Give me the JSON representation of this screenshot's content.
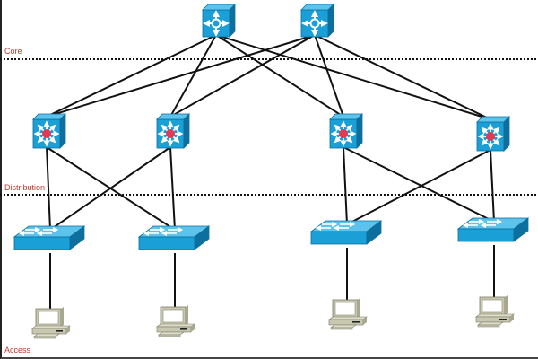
{
  "diagram": {
    "title": "Hierarchical network design",
    "layers": [
      {
        "id": "core",
        "label": "Core"
      },
      {
        "id": "distribution",
        "label": "Distribution"
      },
      {
        "id": "access",
        "label": "Access"
      }
    ],
    "colors": {
      "device_blue": "#1a9fd6",
      "device_blue_dark": "#0c6f9e",
      "device_blue_light": "#5cc3ec",
      "l3_center": "#e03a55",
      "label_red": "#c0392b",
      "pc_body": "#c8c8b0",
      "link": "#111111"
    },
    "nodes": [
      {
        "id": "core1",
        "type": "core-router",
        "layer": "core"
      },
      {
        "id": "core2",
        "type": "core-router",
        "layer": "core"
      },
      {
        "id": "dist1",
        "type": "l3-switch",
        "layer": "distribution"
      },
      {
        "id": "dist2",
        "type": "l3-switch",
        "layer": "distribution"
      },
      {
        "id": "dist3",
        "type": "l3-switch",
        "layer": "distribution"
      },
      {
        "id": "dist4",
        "type": "l3-switch",
        "layer": "distribution"
      },
      {
        "id": "acc1",
        "type": "l2-switch",
        "layer": "access"
      },
      {
        "id": "acc2",
        "type": "l2-switch",
        "layer": "access"
      },
      {
        "id": "acc3",
        "type": "l2-switch",
        "layer": "access"
      },
      {
        "id": "acc4",
        "type": "l2-switch",
        "layer": "access"
      },
      {
        "id": "pc1",
        "type": "workstation",
        "layer": "access"
      },
      {
        "id": "pc2",
        "type": "workstation",
        "layer": "access"
      },
      {
        "id": "pc3",
        "type": "workstation",
        "layer": "access"
      },
      {
        "id": "pc4",
        "type": "workstation",
        "layer": "access"
      }
    ],
    "links": [
      [
        "core1",
        "dist1"
      ],
      [
        "core1",
        "dist2"
      ],
      [
        "core1",
        "dist3"
      ],
      [
        "core1",
        "dist4"
      ],
      [
        "core2",
        "dist1"
      ],
      [
        "core2",
        "dist2"
      ],
      [
        "core2",
        "dist3"
      ],
      [
        "core2",
        "dist4"
      ],
      [
        "dist1",
        "acc1"
      ],
      [
        "dist1",
        "acc2"
      ],
      [
        "dist2",
        "acc1"
      ],
      [
        "dist2",
        "acc2"
      ],
      [
        "dist3",
        "acc3"
      ],
      [
        "dist3",
        "acc4"
      ],
      [
        "dist4",
        "acc3"
      ],
      [
        "dist4",
        "acc4"
      ],
      [
        "acc1",
        "pc1"
      ],
      [
        "acc2",
        "pc2"
      ],
      [
        "acc3",
        "pc3"
      ],
      [
        "acc4",
        "pc4"
      ]
    ]
  }
}
